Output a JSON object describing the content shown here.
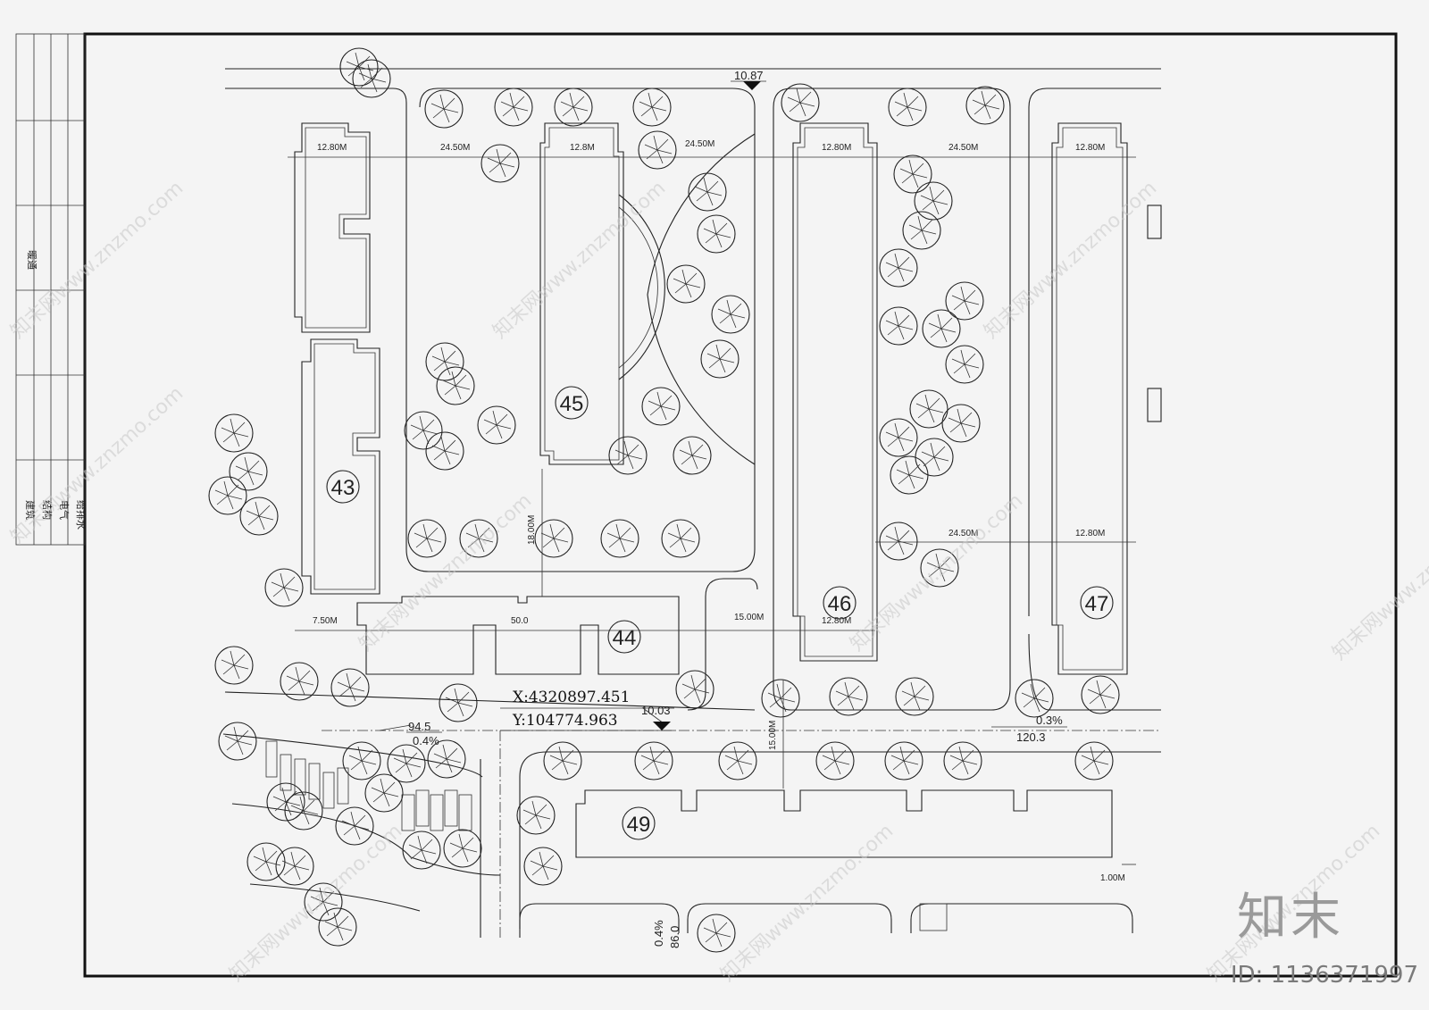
{
  "title_block": {
    "top_label": "暖通",
    "bottom_labels": [
      "建筑",
      "结构",
      "电气",
      "给排水"
    ]
  },
  "buildings": [
    "43",
    "44",
    "45",
    "46",
    "47",
    "49"
  ],
  "elevations": [
    "10.87",
    "10.03"
  ],
  "coordinates": {
    "x_label": "X:4320897.451",
    "y_label": "Y:104774.963"
  },
  "dimensions": {
    "d_43_width": "12.80M",
    "d_gap_1": "24.50M",
    "d_45_width": "12.8M",
    "d_gap_2": "24.50M",
    "d_46_width": "12.80M",
    "d_gap_3": "24.50M",
    "d_47_width": "12.80M",
    "d_gap_4": "24.50M",
    "d_47_width_b": "12.80M",
    "d_7_50": "7.50M",
    "d_50": "50.0",
    "d_15_a": "15.00M",
    "d_12_80_c": "12.80M",
    "d_18": "18.00M",
    "d_15_b": "15.00M",
    "d_1_00": "1.00M"
  },
  "road_labels": {
    "r_94_5": "94.5",
    "r_04_a": "0.4%",
    "r_03": "0.3%",
    "r_120_3": "120.3",
    "r_04_b": "0.4%",
    "r_86": "86.0"
  },
  "watermark": {
    "site": "知末网www.znzmo.com",
    "brand": "知末",
    "id": "ID: 1136371997"
  }
}
